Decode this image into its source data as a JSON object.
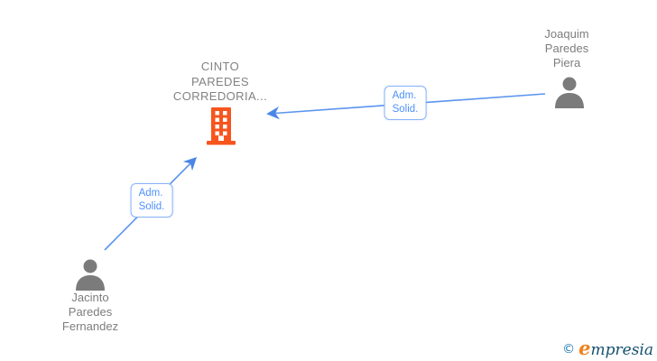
{
  "diagram": {
    "company": {
      "name": "CINTO PAREDES CORREDORIA...",
      "line1": "CINTO",
      "line2": "PAREDES",
      "line3": "CORREDORIA...",
      "icon": "building-icon",
      "icon_color": "#f7551e"
    },
    "persons": [
      {
        "name": "Joaquim Paredes Piera",
        "line1": "Joaquim",
        "line2": "Paredes",
        "line3": "Piera",
        "icon": "person-icon",
        "icon_color": "#7b7b7b"
      },
      {
        "name": "Jacinto Paredes Fernandez",
        "line1": "Jacinto",
        "line2": "Paredes",
        "line3": "Fernandez",
        "icon": "person-icon",
        "icon_color": "#7b7b7b"
      }
    ],
    "edges": [
      {
        "from": "Joaquim Paredes Piera",
        "to": "CINTO PAREDES CORREDORIA...",
        "label_line1": "Adm.",
        "label_line2": "Solid.",
        "color": "#4a86e8"
      },
      {
        "from": "Jacinto Paredes Fernandez",
        "to": "CINTO PAREDES CORREDORIA...",
        "label_line1": "Adm.",
        "label_line2": "Solid.",
        "color": "#4a86e8"
      }
    ],
    "colors": {
      "edge_blue": "#4a86e8",
      "edge_label_text": "#4d90fe",
      "edge_label_border": "#8ab4f8",
      "node_text_gray": "#7d7d7d",
      "company_orange": "#f7551e",
      "person_gray": "#7b7b7b"
    }
  },
  "footer": {
    "copyright_symbol": "©",
    "brand_first_letter": "e",
    "brand_rest": "mpresia",
    "logo_blue": "#1f76b4",
    "logo_orange": "#f0821e",
    "logo_navy": "#15506e"
  }
}
